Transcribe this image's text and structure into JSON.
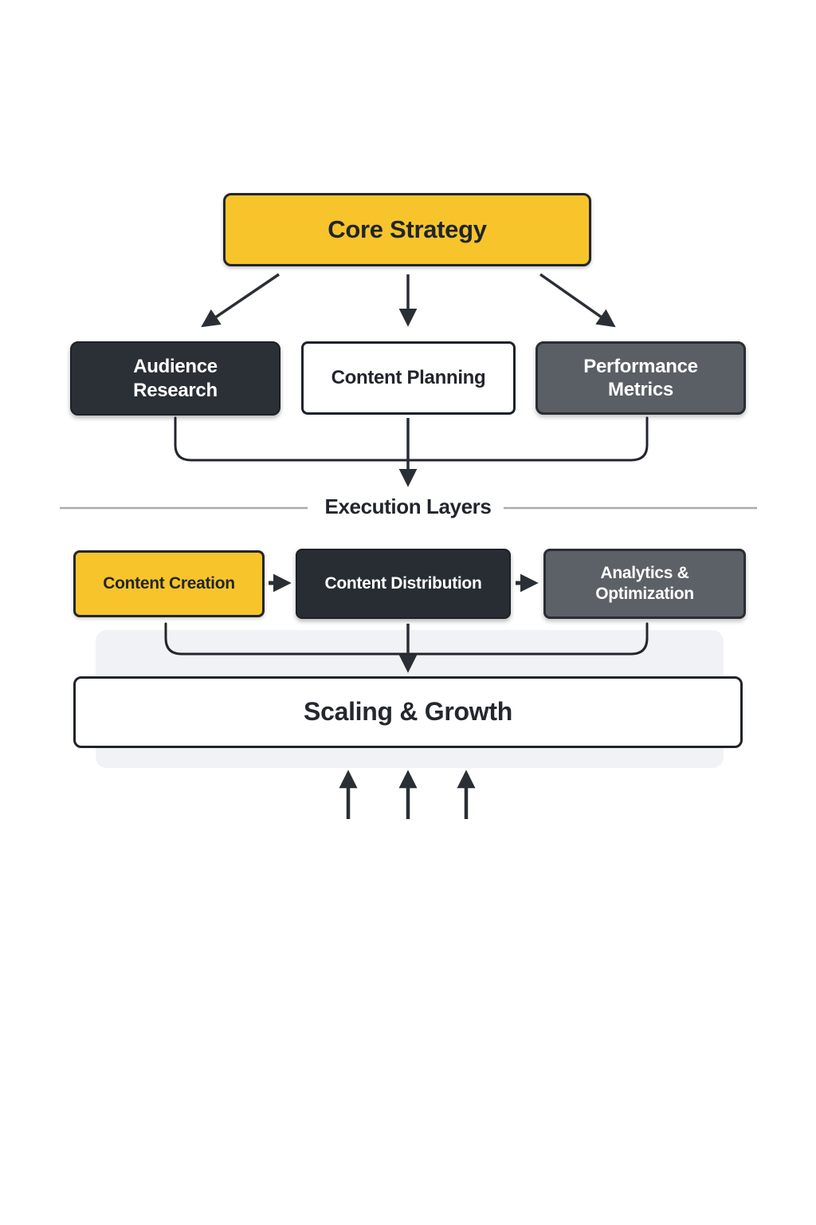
{
  "nodes": {
    "core_strategy": {
      "label": "Core Strategy"
    },
    "audience_research": {
      "label": "Audience Research"
    },
    "content_planning": {
      "label": "Content Planning"
    },
    "performance_metrics": {
      "label": "Performance Metrics"
    },
    "content_creation": {
      "label": "Content Creation"
    },
    "content_distribution": {
      "label": "Content Distribution"
    },
    "analytics_optimization": {
      "label": "Analytics & Optimization"
    },
    "scaling_growth": {
      "label": "Scaling & Growth"
    }
  },
  "section": {
    "label": "Execution Layers"
  },
  "colors": {
    "accent_yellow": "#f7c52b",
    "dark_node": "#2b2f36",
    "gray_node": "#5a5f66",
    "node_outline": "#23272d",
    "arrow": "#2a2e35",
    "divider_line": "#a9adb2",
    "background_band": "#f1f2f5",
    "text_dark": "#22262c",
    "text_light": "#ffffff",
    "page_background": "#ffffff"
  }
}
